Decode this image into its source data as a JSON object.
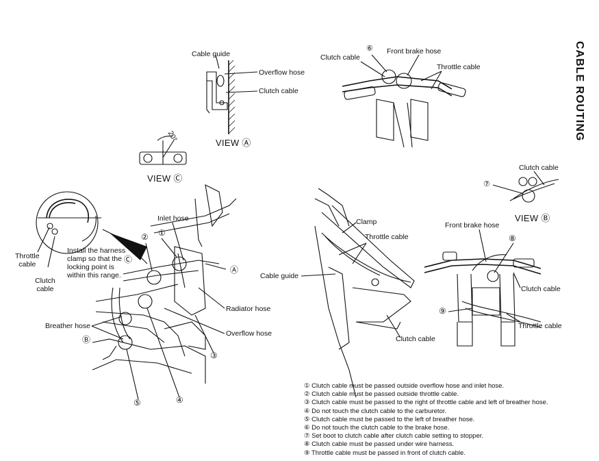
{
  "title": "CABLE ROUTING",
  "view_a": {
    "label": "VIEW Ⓐ",
    "callouts": {
      "cable_guide": "Cable guide",
      "overflow_hose": "Overflow hose",
      "clutch_cable": "Clutch cable"
    }
  },
  "view_c": {
    "label": "VIEW Ⓒ",
    "angle": "20°"
  },
  "view_b": {
    "label": "VIEW Ⓑ",
    "clutch_cable": "Clutch cable",
    "marker": "⑦"
  },
  "top_right": {
    "clutch_cable": "Clutch cable",
    "front_brake_hose": "Front brake hose",
    "throttle_cable": "Throttle cable",
    "marker": "⑥"
  },
  "left_main": {
    "throttle_cable": "Throttle\ncable",
    "clutch_cable": "Clutch\ncable",
    "install_note": "Install the harness\nclamp so that the\nlocking point is\nwithin this range.",
    "inlet_hose": "Inlet hose",
    "radiator_hose": "Radiator hose",
    "overflow_hose": "Overflow hose",
    "breather_hose": "Breather hose",
    "markers": {
      "m1": "①",
      "m2": "②",
      "m3": "③",
      "m4": "④",
      "m5": "⑤",
      "a": "Ⓐ",
      "b": "Ⓑ",
      "c": "Ⓒ"
    }
  },
  "middle": {
    "clamp": "Clamp",
    "throttle_cable": "Throttle cable",
    "cable_guide": "Cable guide",
    "clutch_cable": "Clutch cable"
  },
  "bottom_right": {
    "front_brake_hose": "Front brake hose",
    "clutch_cable": "Clutch cable",
    "throttle_cable": "Throttle cable",
    "m8": "⑧",
    "m9": "⑨"
  },
  "notes": [
    "① Clutch cable must be passed outside overflow hose and inlet hose.",
    "② Clutch cable must be passed outside throttle cable.",
    "③ Clutch cable must be passed to the right of throttle cable and left of breather hose.",
    "④ Do not touch the clutch cable to the carburetor.",
    "⑤ Clutch cable must be passed to the left of breather hose.",
    "⑥ Do not touch the clutch cable to the brake hose.",
    "⑦ Set boot to clutch cable after clutch cable setting to stopper.",
    "⑧ Clutch cable must be passed under wire harness.",
    "⑨ Throttle cable must be passed in front of clutch cable."
  ]
}
